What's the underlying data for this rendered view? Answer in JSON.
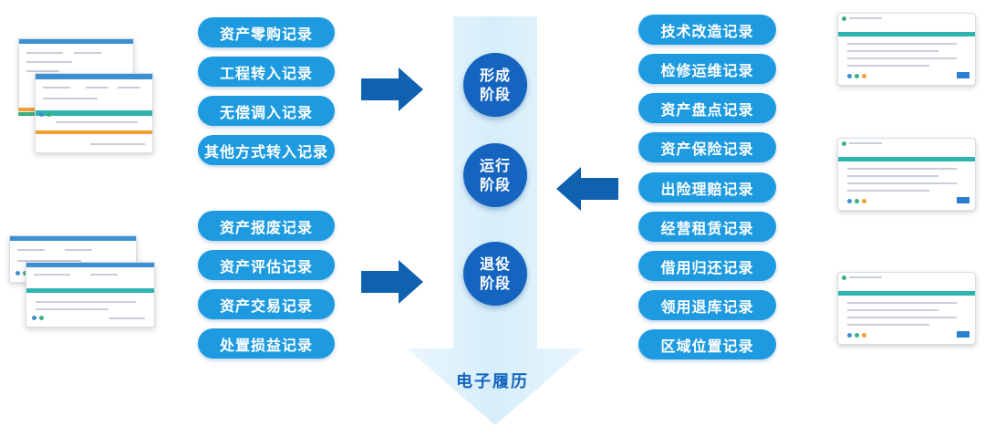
{
  "colors": {
    "pill": "#1e9be0",
    "stage": "#1565c0",
    "arrow": "#1062b1",
    "column": "#dcf0fb",
    "label": "#1565c0"
  },
  "left_groups": [
    {
      "items": [
        "资产零购记录",
        "工程转入记录",
        "无偿调入记录",
        "其他方式转入记录"
      ]
    },
    {
      "items": [
        "资产报废记录",
        "资产评估记录",
        "资产交易记录",
        "处置损益记录"
      ]
    }
  ],
  "stages": [
    {
      "line1": "形成",
      "line2": "阶段"
    },
    {
      "line1": "运行",
      "line2": "阶段"
    },
    {
      "line1": "退役",
      "line2": "阶段"
    }
  ],
  "center_label": "电子履历",
  "right_items": [
    "技术改造记录",
    "检修运维记录",
    "资产盘点记录",
    "资产保险记录",
    "出险理赔记录",
    "经营租赁记录",
    "借用归还记录",
    "领用退库记录",
    "区域位置记录"
  ],
  "icons": {
    "arrows": [
      "arrow-right-icon",
      "arrow-left-icon",
      "arrow-right-icon"
    ],
    "thumbnails": [
      "screenshot-thumbnail",
      "screenshot-thumbnail",
      "screenshot-thumbnail",
      "screenshot-thumbnail",
      "screenshot-thumbnail"
    ]
  }
}
